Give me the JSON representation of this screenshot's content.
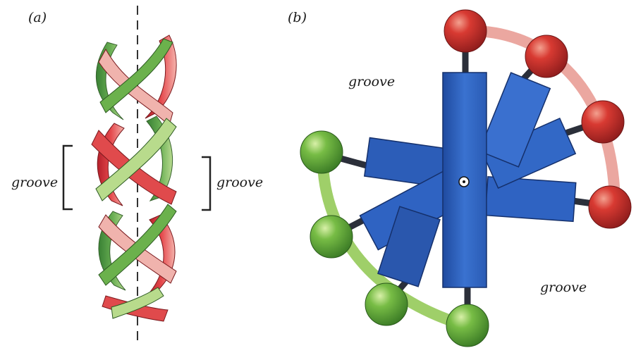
{
  "panel_a": {
    "label": "(a)",
    "groove_left": "groove",
    "groove_right": "groove"
  },
  "panel_b": {
    "label": "(b)",
    "groove_top": "groove",
    "groove_bottom": "groove"
  },
  "colors": {
    "strand_red": "#d8323a",
    "strand_red_light": "#f2a7a3",
    "strand_green": "#4e9b3c",
    "strand_green_light": "#a9cf7a",
    "base_blue": "#2f64c4",
    "base_blue_dark": "#1c3f8a",
    "ball_red": "#d5312e",
    "ball_green": "#6bb33f",
    "connector": "#2b2f3a"
  }
}
